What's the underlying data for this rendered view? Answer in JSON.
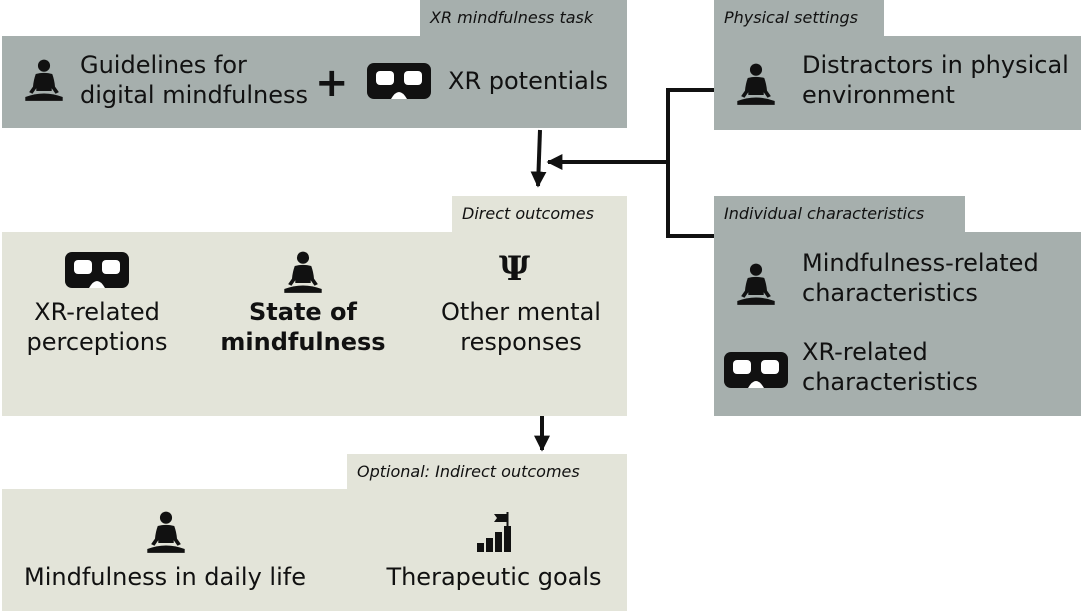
{
  "xr_task": {
    "header": "XR mindfulness task",
    "guidelines": [
      "Guidelines for",
      "digital mindfulness"
    ],
    "plus": "+",
    "xr_potentials": "XR potentials"
  },
  "physical": {
    "header": "Physical settings",
    "distractors": [
      "Distractors in physical",
      "environment"
    ]
  },
  "individual": {
    "header": "Individual characteristics",
    "mindfulness_related": [
      "Mindfulness-related",
      "characteristics"
    ],
    "xr_related": [
      "XR-related",
      "characteristics"
    ]
  },
  "direct": {
    "header": "Direct outcomes",
    "xr_perceptions": [
      "XR-related",
      "perceptions"
    ],
    "state": [
      "State of",
      "mindfulness"
    ],
    "psi_symbol": "Ψ",
    "other": [
      "Other mental",
      "responses"
    ]
  },
  "indirect": {
    "header": "Optional: Indirect outcomes",
    "daily": "Mindfulness in daily life",
    "therapeutic": "Therapeutic goals"
  },
  "icons": [
    "meditation-icon",
    "vr-headset-icon",
    "psi-icon",
    "goal-chart-icon"
  ],
  "colors": {
    "dark_panel": "#a6afad",
    "light_panel": "#e3e4d9",
    "ink": "#111111"
  }
}
